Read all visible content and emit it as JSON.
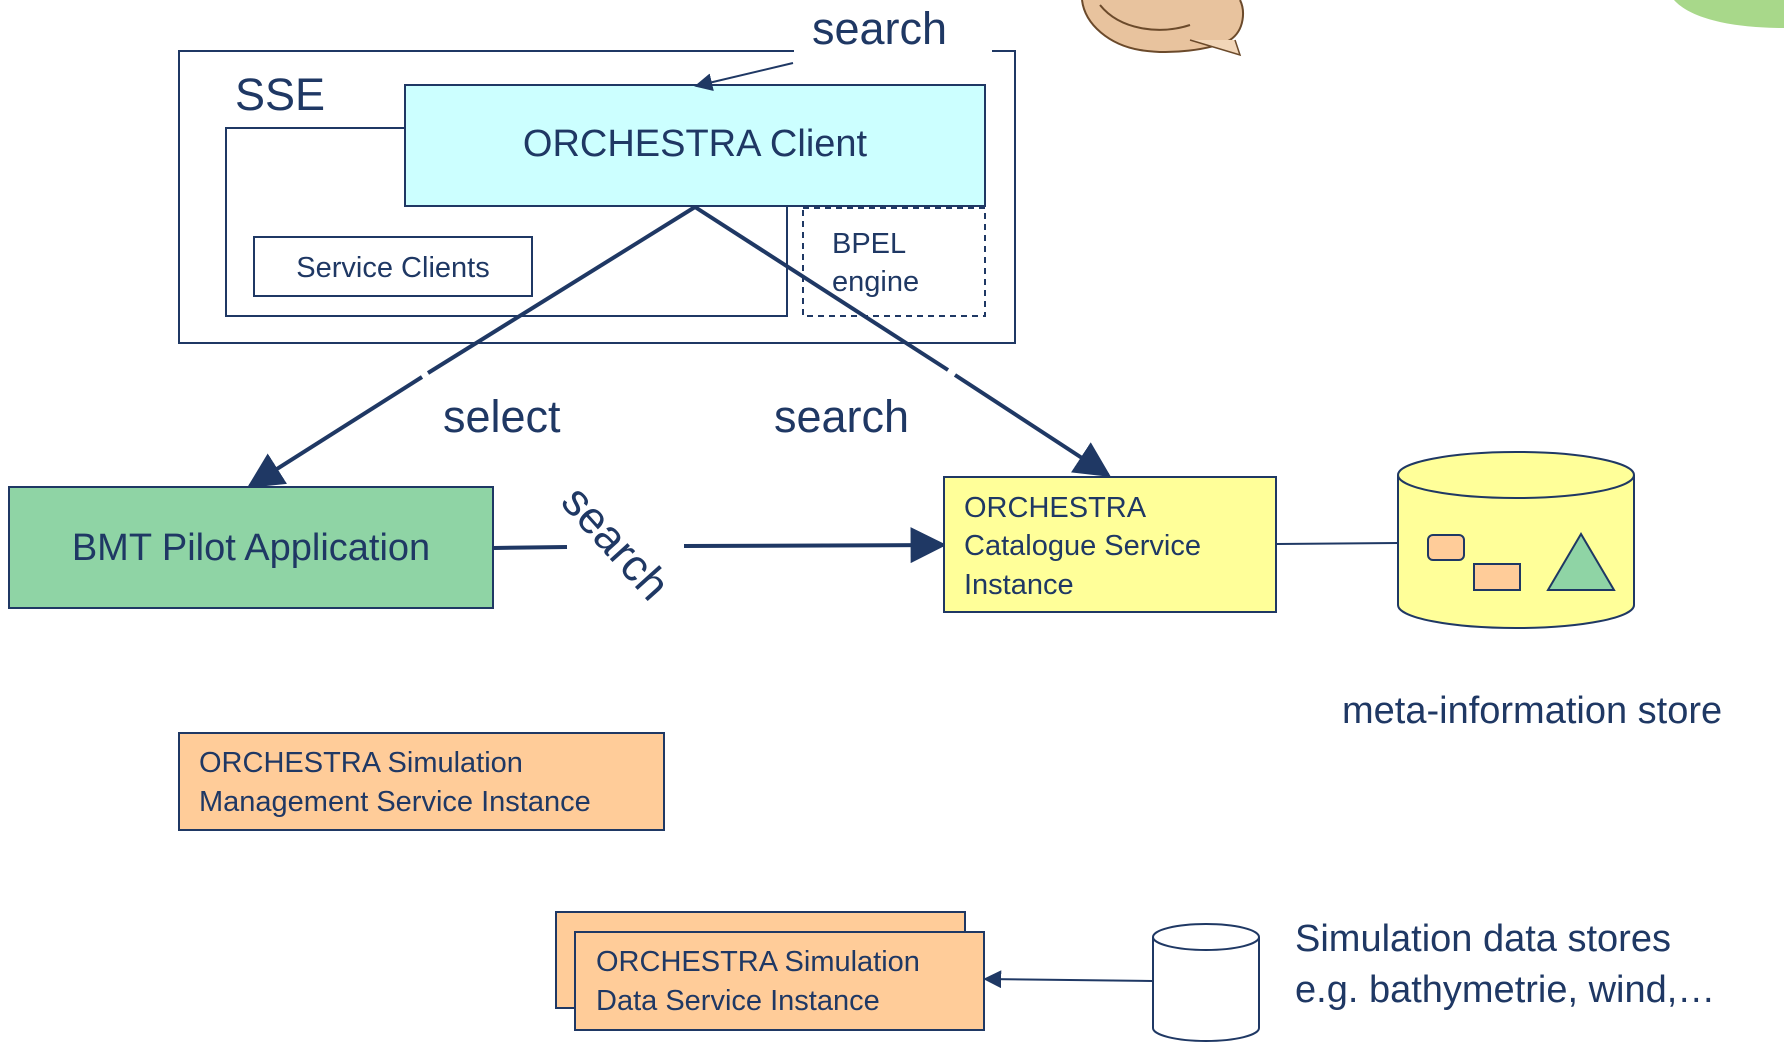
{
  "title_search": "search",
  "sse_label": "SSE",
  "orchestra_client": "ORCHESTRA Client",
  "service_clients": "Service Clients",
  "bpel_engine": [
    "BPEL",
    "engine"
  ],
  "select_label": "select",
  "search_label_right": "search",
  "search_label_diag": "search",
  "bmt_pilot": "BMT Pilot Application",
  "catalogue_service": [
    "ORCHESTRA",
    "Catalogue Service",
    "Instance"
  ],
  "meta_store": "meta-information store",
  "simulation_management": [
    "ORCHESTRA Simulation",
    "Management Service Instance"
  ],
  "simulation_data": [
    "ORCHESTRA Simulation",
    "Data Service Instance"
  ],
  "sim_data_stores": [
    "Simulation data stores",
    "e.g. bathymetrie, wind,…"
  ],
  "colors": {
    "line": "#1f3864",
    "client_fill": "#ccffff",
    "bmt_fill": "#8fd4a5",
    "catalogue_fill": "#ffff99",
    "orange_fill": "#ffcc99",
    "green_blob": "#a8d88a"
  }
}
